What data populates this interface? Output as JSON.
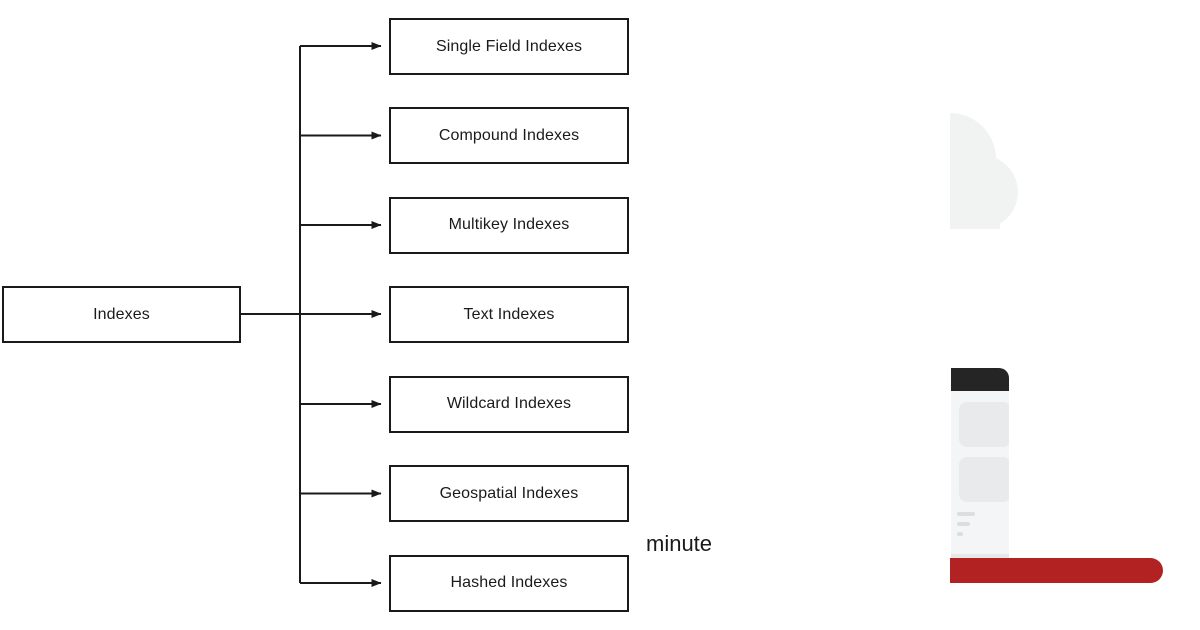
{
  "diagram": {
    "type": "flowchart",
    "title_text": "",
    "root": {
      "label": "Indexes"
    },
    "children": [
      {
        "label": "Single Field Indexes"
      },
      {
        "label": "Compound Indexes"
      },
      {
        "label": "Multikey Indexes"
      },
      {
        "label": "Text Indexes"
      },
      {
        "label": "Wildcard Indexes"
      },
      {
        "label": "Geospatial Indexes"
      },
      {
        "label": "Hashed Indexes"
      }
    ],
    "edge_style": "orthogonal-arrow",
    "colors": {
      "background": "#ffffff",
      "box_border": "#1a1a1a",
      "box_fill": "#ffffff",
      "text": "#1a1a1a",
      "connector": "#1a1a1a"
    }
  },
  "loose_text": {
    "label": "minute"
  },
  "artwork": {
    "cloud": {
      "name": "cloud-shape",
      "color": "#f1f2f2"
    },
    "card": {
      "name": "device-card",
      "header_color": "#252525",
      "body_color": "#f4f5f6",
      "block_color": "#e9eaeb"
    },
    "bar": {
      "name": "red-bar",
      "color": "#b22222"
    }
  }
}
